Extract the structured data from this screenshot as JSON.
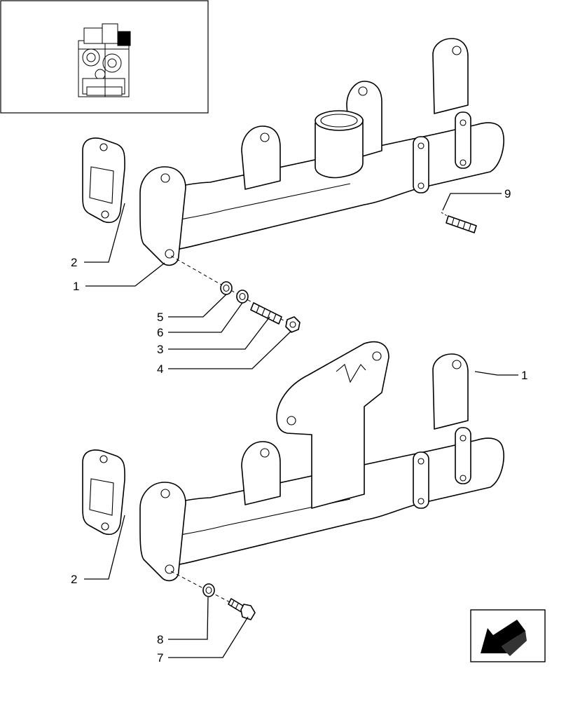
{
  "callouts": {
    "c1_top": "1",
    "c2_top": "2",
    "c3": "3",
    "c4": "4",
    "c5": "5",
    "c6": "6",
    "c9": "9",
    "c1_bottom": "1",
    "c2_bottom": "2",
    "c7": "7",
    "c8": "8"
  },
  "icons": {
    "locator": "engine-locator-thumbnail",
    "nav": "arrow-nav-icon"
  },
  "colors": {
    "line": "#000000",
    "fill": "#ffffff",
    "nav_arrow": "#000000"
  }
}
